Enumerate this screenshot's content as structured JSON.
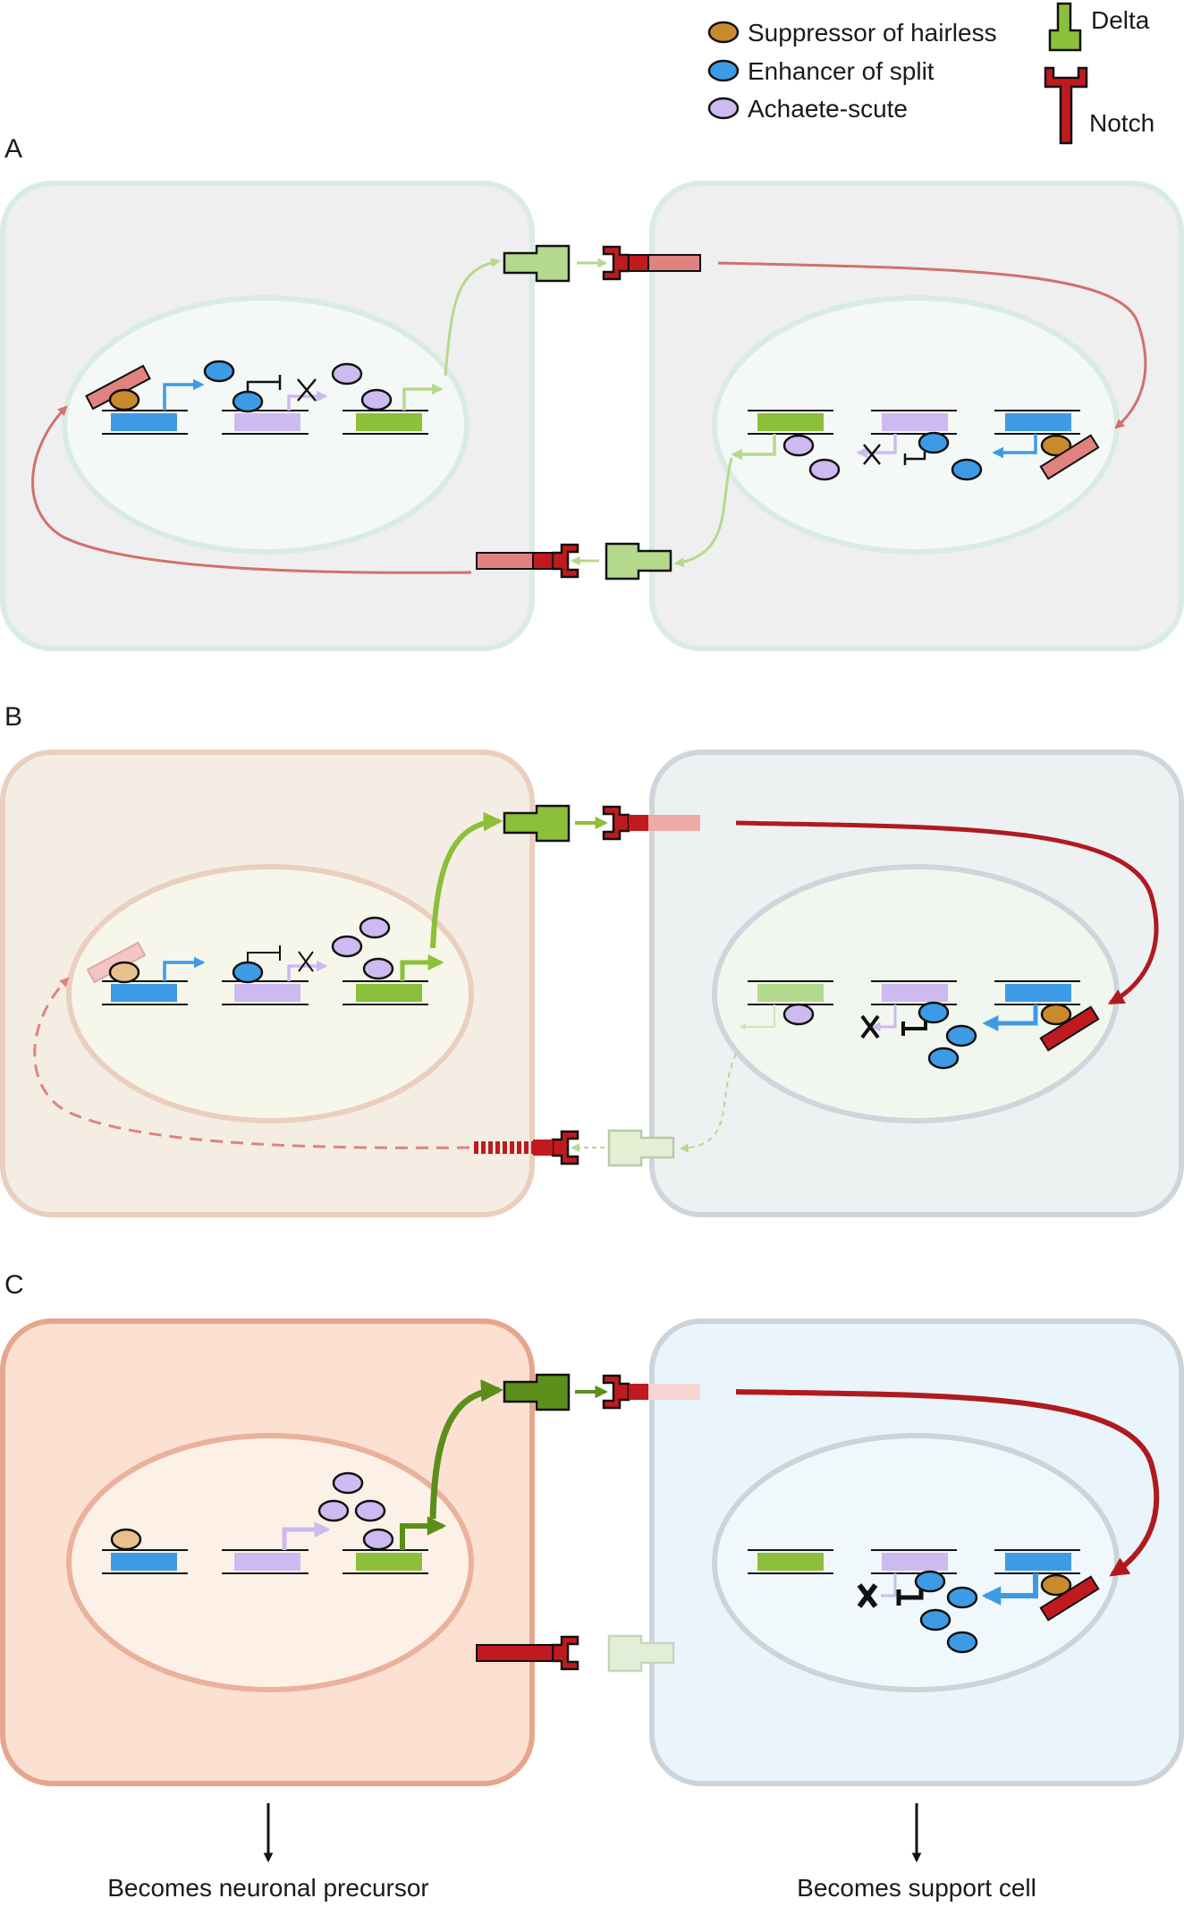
{
  "legend": {
    "suppressor": {
      "label": "Suppressor of hairless",
      "color": "#c98a2e"
    },
    "enhancer": {
      "label": "Enhancer of split",
      "color": "#3d9be6"
    },
    "achaete": {
      "label": "Achaete-scute",
      "color": "#cdbaf0"
    },
    "delta": {
      "label": "Delta",
      "color": "#8cbf3a"
    },
    "notch": {
      "label": "Notch",
      "color": "#c01a1e"
    }
  },
  "panels": {
    "a": {
      "label": "A"
    },
    "b": {
      "label": "B"
    },
    "c": {
      "label": "C"
    }
  },
  "outcomes": {
    "left": "Becomes neuronal precursor",
    "right": "Becomes support cell"
  }
}
